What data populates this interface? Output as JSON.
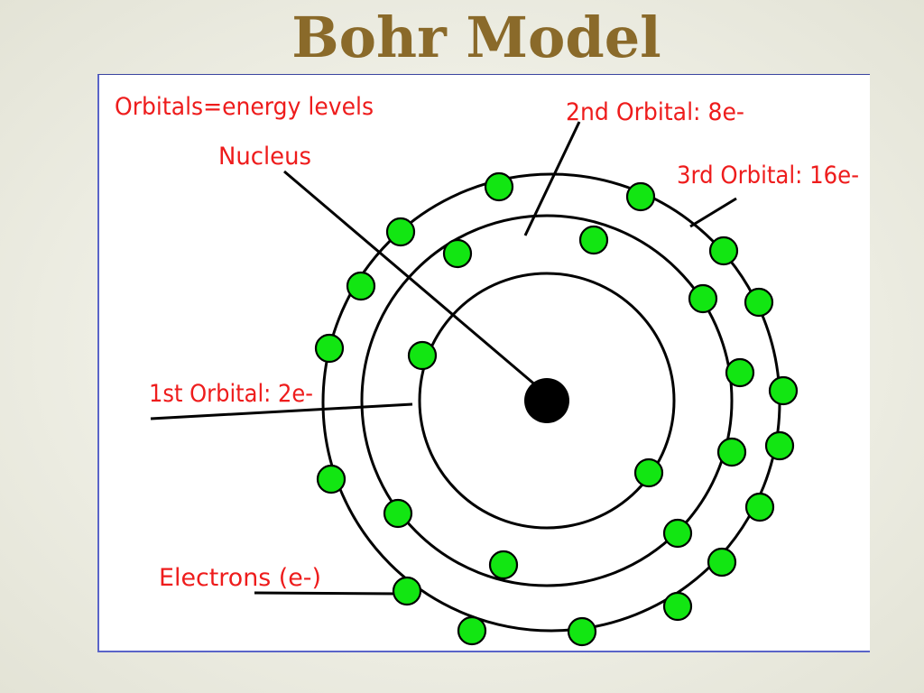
{
  "slide": {
    "title": "Bohr Model"
  },
  "diagram": {
    "labels": {
      "orbitals_note": "Orbitals=energy levels",
      "nucleus": "Nucleus",
      "orbital_1": "1st Orbital: 2e-",
      "orbital_2": "2nd Orbital: 8e-",
      "orbital_3": "3rd Orbital: 16e-",
      "electrons": "Electrons (e-)"
    },
    "electron_counts": {
      "orbital_1": 2,
      "orbital_2": 8,
      "orbital_3": 16
    },
    "colors": {
      "label_text": "#ee1c1c",
      "electron_fill": "#12e612",
      "nucleus_fill": "#000000",
      "orbit_stroke": "#000000",
      "title": "#8a6a2a"
    }
  }
}
